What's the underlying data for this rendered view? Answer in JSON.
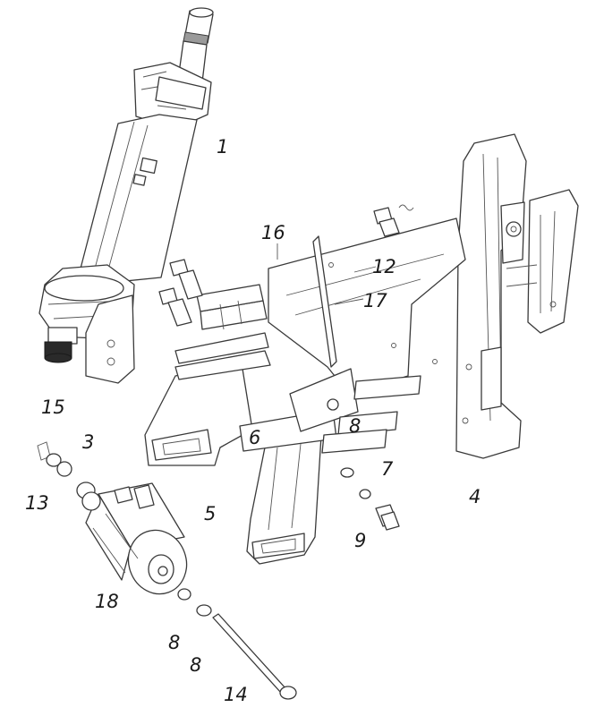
{
  "diagram": {
    "callouts": [
      {
        "id": "c1",
        "text": "1"
      },
      {
        "id": "c3",
        "text": "3"
      },
      {
        "id": "c4",
        "text": "4"
      },
      {
        "id": "c5",
        "text": "5"
      },
      {
        "id": "c6",
        "text": "6"
      },
      {
        "id": "c7",
        "text": "7"
      },
      {
        "id": "c8a",
        "text": "8"
      },
      {
        "id": "c8b",
        "text": "8"
      },
      {
        "id": "c8c",
        "text": "8"
      },
      {
        "id": "c9",
        "text": "9"
      },
      {
        "id": "c12",
        "text": "12"
      },
      {
        "id": "c13",
        "text": "13"
      },
      {
        "id": "c14",
        "text": "14"
      },
      {
        "id": "c15",
        "text": "15"
      },
      {
        "id": "c16",
        "text": "16"
      },
      {
        "id": "c17",
        "text": "17"
      },
      {
        "id": "c18",
        "text": "18"
      }
    ]
  }
}
